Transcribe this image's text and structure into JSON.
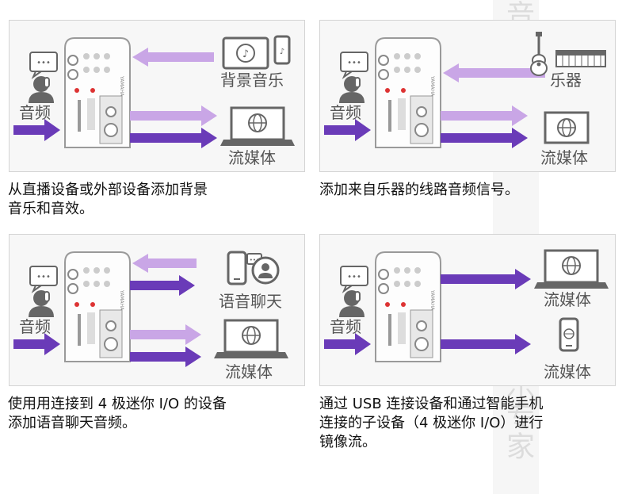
{
  "watermark": {
    "top": "音高",
    "bottom": "音乐专家"
  },
  "panels": [
    {
      "labels": {
        "voice": "音频",
        "source": "背景音乐",
        "dest": "流媒体"
      },
      "caption": [
        "从直播设备或外部设备添加背景",
        "音乐和音效。"
      ]
    },
    {
      "labels": {
        "voice": "音频",
        "source": "乐器",
        "dest": "流媒体"
      },
      "caption": [
        "添加来自乐器的线路音频信号。"
      ]
    },
    {
      "labels": {
        "voice": "音频",
        "source": "语音聊天",
        "dest": "流媒体"
      },
      "caption": [
        "使用用连接到 4 极迷你 I/O 的设备",
        "添加语音聊天音频。"
      ]
    },
    {
      "labels": {
        "voice": "音频",
        "dest1": "流媒体",
        "dest2": "流媒体"
      },
      "caption": [
        "通过 USB 连接设备和通过智能手机",
        "连接的子设备（4 极迷你 I/O）进行",
        "镜像流。"
      ]
    }
  ],
  "colors": {
    "arrow_dark": "#6a3bb8",
    "arrow_light": "#c9a6e6",
    "icon": "#666666"
  }
}
